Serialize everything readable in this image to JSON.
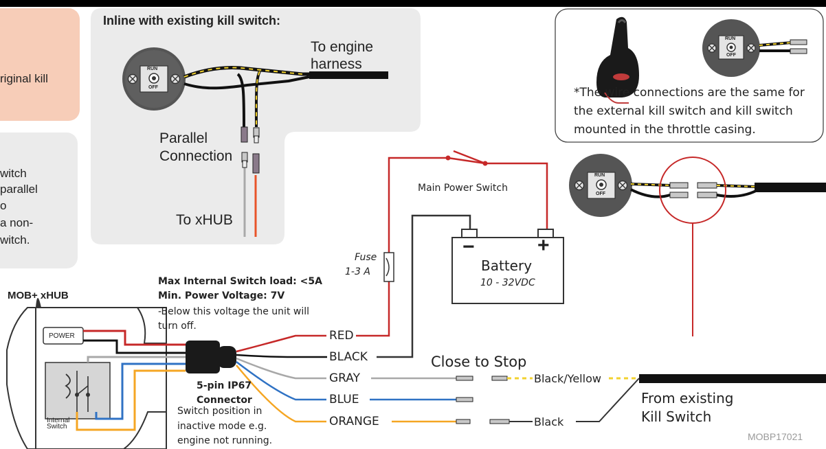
{
  "top_left_box": {
    "text": "riginal kill"
  },
  "inline_box": {
    "title": "Inline with existing kill switch:",
    "to_engine_line1": "To engine",
    "to_engine_line2": "harness",
    "parallel_line1": "Parallel",
    "parallel_line2": "Connection",
    "to_xhub": "To xHUB"
  },
  "left_gray_box": {
    "lines": [
      "witch",
      "parallel",
      "o",
      "a non-",
      "witch."
    ]
  },
  "kill_switch_face": {
    "run": "RUN",
    "off": "OFF"
  },
  "throttle_note": {
    "line1": "*The wire connections are the same for",
    "line2": "the external kill switch and kill switch",
    "line3": "mounted in the throttle casing."
  },
  "power": {
    "switch_label": "Main Power Switch",
    "fuse_label": "Fuse",
    "fuse_rating": "1-3 A",
    "battery_label": "Battery",
    "battery_voltage": "10 - 32VDC",
    "minus": "−",
    "plus": "+"
  },
  "hub": {
    "title": "MOB+ xHUB",
    "power_label": "POWER",
    "internal_switch": [
      "Internal",
      "Switch"
    ]
  },
  "specs": {
    "line1": "Max Internal Switch load: <5A",
    "line2": "Min. Power Voltage: 7V",
    "line3": "-Below this voltage the unit will",
    "line4": "turn off."
  },
  "connector": {
    "name_line1": "5-pin IP67",
    "name_line2": "Connector",
    "note_line1": "Switch position in",
    "note_line2": "inactive mode e.g.",
    "note_line3": "engine not running."
  },
  "wires": {
    "red": "RED",
    "black": "BLACK",
    "gray": "GRAY",
    "blue": "BLUE",
    "orange": "ORANGE"
  },
  "kill_wires": {
    "close_to_stop": "Close to Stop",
    "black_yellow": "Black/Yellow",
    "black": "Black",
    "from_line1": "From existing",
    "from_line2": "Kill Switch"
  },
  "code": "MOBP17021",
  "colors": {
    "red": "#d32f2f",
    "orange": "#f5a623",
    "blue": "#2f72c4",
    "gray": "#a8a8a8",
    "yellow": "#f2d22e",
    "salmon": "#f7cdb8",
    "panel_gray": "#ebebeb"
  }
}
